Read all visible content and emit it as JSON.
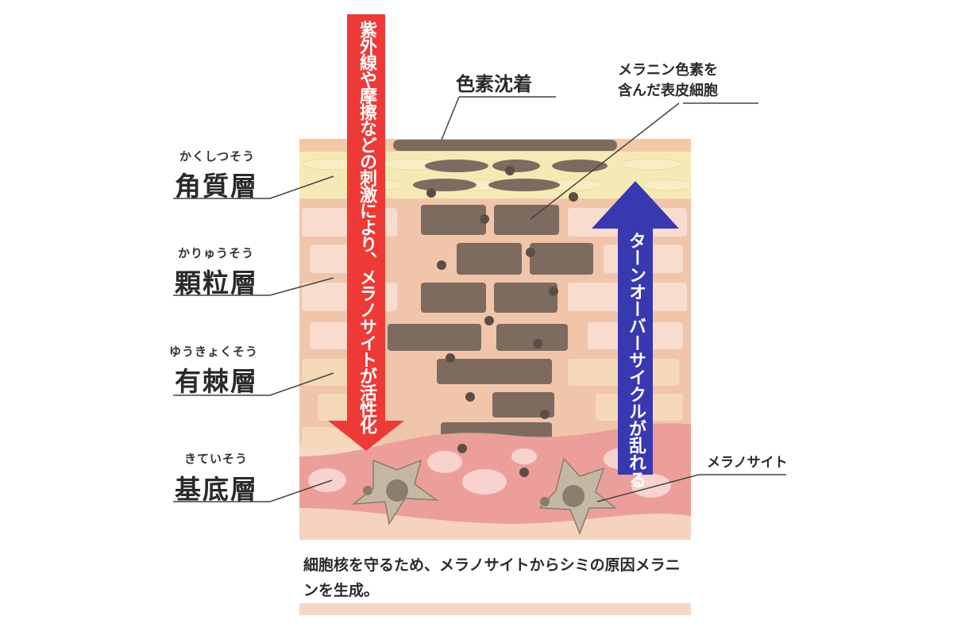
{
  "labels": {
    "pigment": "色素沈着",
    "melanin_cell": "メラニン色素を\n含んだ表皮細胞",
    "melanocyte": "メラノサイト"
  },
  "layers": [
    {
      "ruby": "かくしつそう",
      "name": "角質層"
    },
    {
      "ruby": "かりゅうそう",
      "name": "顆粒層"
    },
    {
      "ruby": "ゆうきょくそう",
      "name": "有棘層"
    },
    {
      "ruby": "きていそう",
      "name": "基底層"
    }
  ],
  "arrows": {
    "down": "紫外線や摩擦などの刺激により、メラノサイトが活性化",
    "up": "ターンオーバーサイクルが乱れる"
  },
  "caption": "細胞核を守るため、メラノサイトからシミの原因メラニンを生成。",
  "colors": {
    "horny": "#f5eab5",
    "brick_light": "#f8dccd",
    "brick_dark": "#f2c7aa",
    "basal": "#ec9f9a",
    "dermis": "#f5d3bf",
    "pigment": "#7e6b5f",
    "melanocyte": "#c4b8a4",
    "red_arrow": "#ee3a36",
    "blue_arrow": "#3838b0"
  }
}
